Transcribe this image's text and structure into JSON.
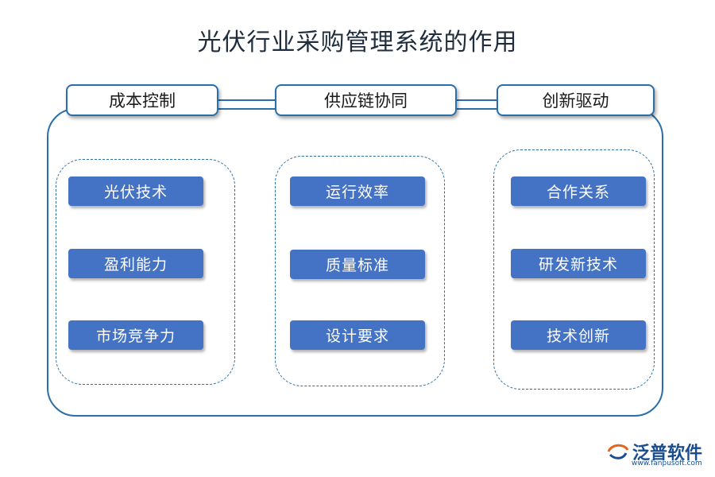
{
  "title": "光伏行业采购管理系统的作用",
  "columns": [
    {
      "header": "成本控制",
      "items": [
        "光伏技术",
        "盈利能力",
        "市场竞争力"
      ]
    },
    {
      "header": "供应链协同",
      "items": [
        "运行效率",
        "质量标准",
        "设计要求"
      ]
    },
    {
      "header": "创新驱动",
      "items": [
        "合作关系",
        "研发新技术",
        "技术创新"
      ]
    }
  ],
  "logo": {
    "name": "泛普软件",
    "url": "www.fanpusoft.com"
  },
  "colors": {
    "accent": "#2a6fa8",
    "box": "#4472c4"
  }
}
